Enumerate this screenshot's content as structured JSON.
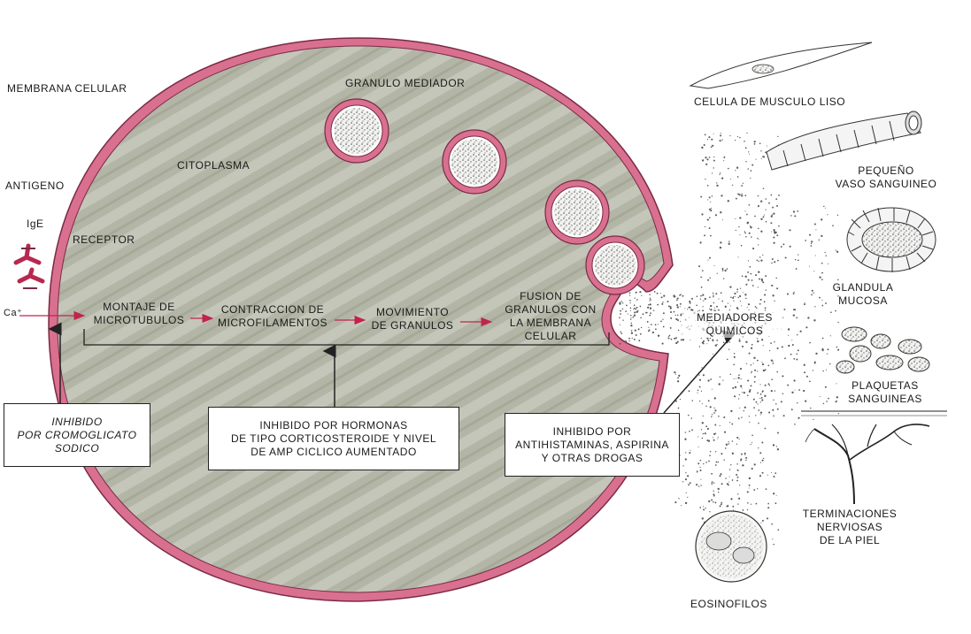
{
  "cell": {
    "membrane_label": "MEMBRANA CELULAR",
    "cytoplasm_label": "CITOPLASMA",
    "granule_label": "GRANULO MEDIADOR",
    "antigen_label": "ANTIGENO",
    "ige_label": "IgE",
    "receptor_label": "RECEPTOR",
    "calcium_label": "Ca⁺"
  },
  "pathway": {
    "steps": [
      [
        "MONTAJE DE",
        "MICROTUBULOS"
      ],
      [
        "CONTRACCION DE",
        "MICROFILAMENTOS"
      ],
      [
        "MOVIMIENTO",
        "DE GRANULOS"
      ],
      [
        "FUSION DE",
        "GRANULOS CON",
        "LA MEMBRANA",
        "CELULAR"
      ]
    ]
  },
  "inhibitors": [
    [
      "INHIBIDO",
      "POR CROMOGLICATO",
      "SODICO"
    ],
    [
      "INHIBIDO POR HORMONAS",
      "DE TIPO CORTICOSTEROIDE Y NIVEL",
      "DE AMP CICLICO AUMENTADO"
    ],
    [
      "INHIBIDO POR",
      "ANTIHISTAMINAS, ASPIRINA",
      "Y OTRAS DROGAS"
    ]
  ],
  "mediators_label": [
    "MEDIADORES",
    "QUIMICOS"
  ],
  "targets": {
    "smooth_muscle": "CELULA DE MUSCULO LISO",
    "small_vessel": [
      "PEQUEÑO",
      "VASO SANGUINEO"
    ],
    "mucous_gland": [
      "GLANDULA",
      "MUCOSA"
    ],
    "platelets": [
      "PLAQUETAS",
      "SANGUINEAS"
    ],
    "nerve_endings": [
      "TERMINACIONES",
      "NERVIOSAS",
      "DE LA PIEL"
    ],
    "eosinophils": "EOSINOFILOS"
  },
  "colors": {
    "membrane": "#d9708f",
    "membrane_edge": "#7a2a45",
    "cytoplasm": "#b4b6a8",
    "receptor": "#b8284e",
    "arrow": "#c0244e"
  }
}
